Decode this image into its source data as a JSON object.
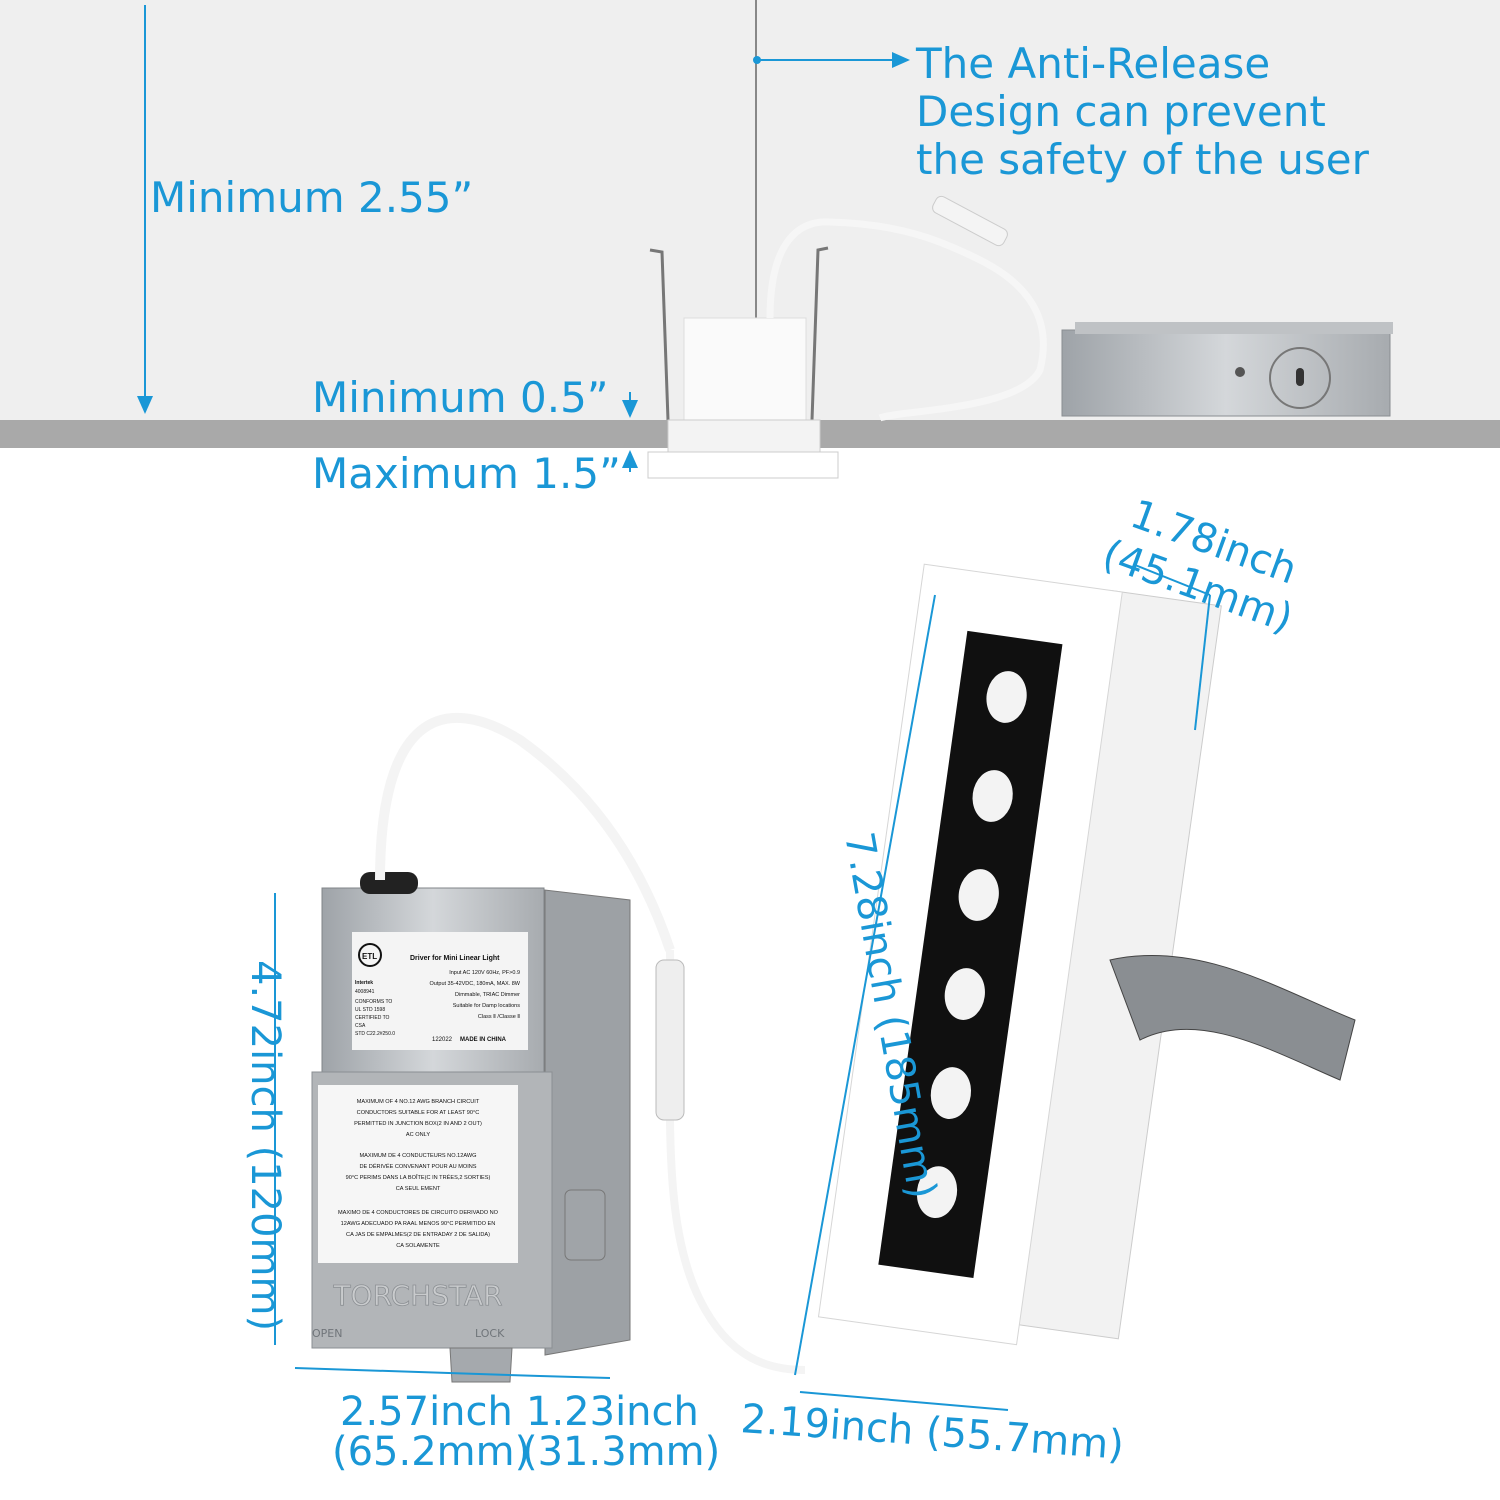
{
  "top_section": {
    "callout_lines": [
      "The Anti-Release",
      "Design can prevent",
      "the safety of the user"
    ],
    "min_height": "Minimum 2.55”",
    "min_ceiling": "Minimum 0.5”",
    "max_ceiling": "Maximum 1.5”"
  },
  "dimensions": {
    "fixture_width": [
      "1.78inch",
      "(45.1mm)"
    ],
    "fixture_length": "7.28inch (185mm)",
    "fixture_face_width": "2.19inch (55.7mm)",
    "driver_height": "4.72inch (120mm)",
    "driver_width": [
      "2.57inch",
      "(65.2mm)"
    ],
    "driver_depth": [
      "1.23inch",
      "(31.3mm)"
    ]
  },
  "driver_label": {
    "title": "Driver for Mini Linear Light",
    "specs": [
      "Input AC 120V 60Hz, PF>0.9",
      "Output 35-42VDC, 180mA, MAX. 8W",
      "Dimmable, TRIAC Dimmer",
      "Suitable for Damp locations",
      "Class Ⅱ /Classe Ⅱ"
    ],
    "cert": [
      "Intertek",
      "4008941",
      "CONFORMS TO",
      "UL STD 1598",
      "CERTIFIED TO",
      "CSA",
      "STD C22.2#250.0"
    ],
    "code": "122022",
    "origin": "MADE IN CHINA",
    "etl_mark": "ETL"
  },
  "warning_label": {
    "paragraphs": [
      [
        "MAXIMUM OF 4 NO.12 AWG BRANCH CIRCUIT",
        "CONDUCTORS SUITABLE FOR AT LEAST 90°C",
        "PERMITTED IN JUNCTION BOX(2 IN AND 2 OUT)",
        "AC ONLY"
      ],
      [
        "MAXIMUM DE 4 CONDUCTEURS NO.12AWG",
        "DE DÉRIVÉE CONVENANT POUR AU MOINS",
        "90°C PERIMS DANS LA BOÎTE(C IN TRÉES,2 SORTIES)",
        "CA SEUL EMENT"
      ],
      [
        "MAXIMO DE 4 CONDUCTORES DE CIRCUITO DERIVADO NO",
        "12AWG ADECUADO PA RAAL MENOS 90°C PERMITIDO EN",
        "CA JAS DE EMPALMES(2 DE ENTRADAY 2 DE SALIDA)",
        "CA SOLAMENTE"
      ]
    ]
  },
  "brand": "TORCHSTAR",
  "box_marks": {
    "open": "OPEN",
    "lock": "LOCK"
  },
  "colors": {
    "accent": "#1a97d6",
    "ceiling": "#a9a9a9",
    "top_bg": "#efefef"
  }
}
